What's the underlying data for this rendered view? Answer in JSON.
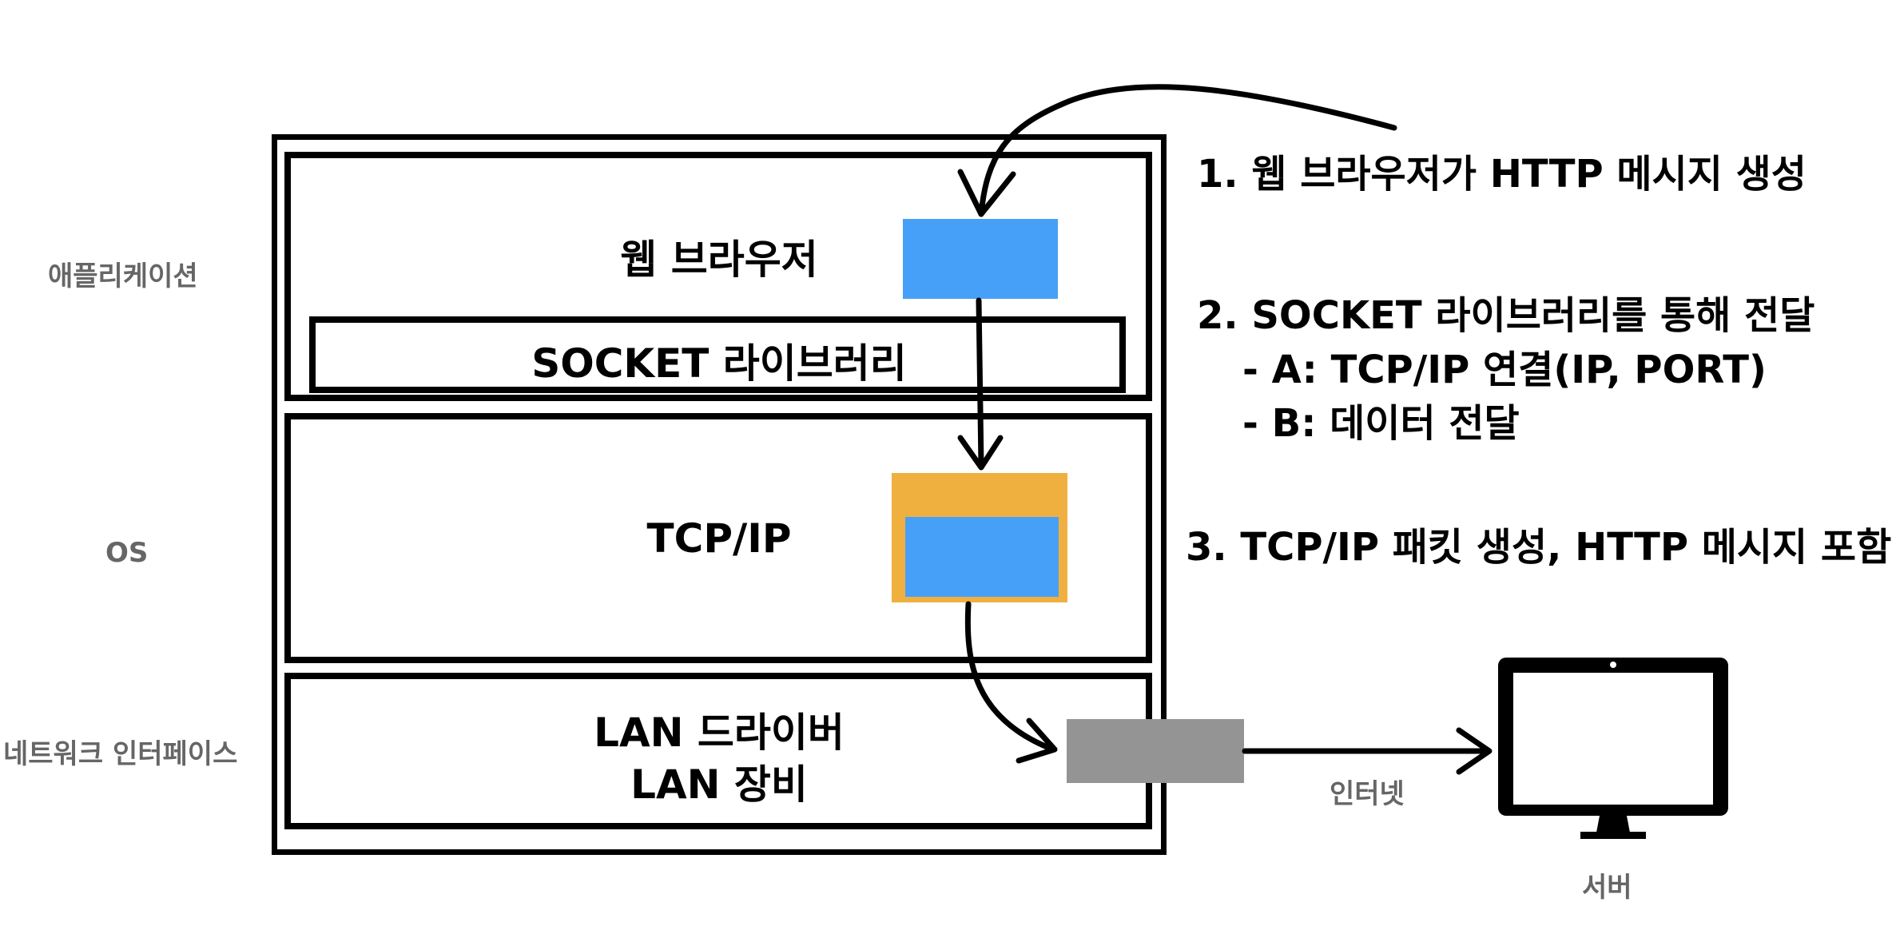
{
  "layers": {
    "application_label": "애플리케이션",
    "os_label": "OS",
    "network_interface_label": "네트워크 인터페이스"
  },
  "stack": {
    "web_browser": "웹 브라우저",
    "socket_library": "SOCKET 라이브러리",
    "tcpip": "TCP/IP",
    "lan_driver": "LAN 드라이버",
    "lan_device": "LAN 장비"
  },
  "steps": {
    "step1": "1. 웹 브라우저가 HTTP 메시지 생성",
    "step2": "2. SOCKET 라이브러리를 통해 전달",
    "step2a": "- A: TCP/IP 연결(IP, PORT)",
    "step2b": "- B: 데이터 전달",
    "step3": "3. TCP/IP 패킷 생성, HTTP 메시지 포함"
  },
  "network": {
    "internet_label": "인터넷",
    "server_label": "서버"
  },
  "colors": {
    "http_message": "#46a0f7",
    "tcpip_packet": "#f0b040",
    "lan_packet": "#949494",
    "border": "#000000",
    "label_gray": "#666666"
  }
}
